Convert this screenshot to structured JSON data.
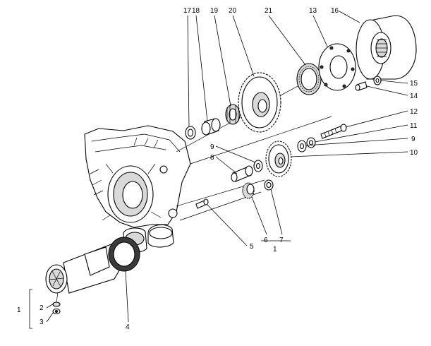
{
  "callouts": [
    {
      "id": "c17",
      "text": "17"
    },
    {
      "id": "c18",
      "text": "18"
    },
    {
      "id": "c19",
      "text": "19"
    },
    {
      "id": "c20",
      "text": "20"
    },
    {
      "id": "c21",
      "text": "21"
    },
    {
      "id": "c13",
      "text": "13"
    },
    {
      "id": "c16",
      "text": "16"
    },
    {
      "id": "c15",
      "text": "15"
    },
    {
      "id": "c14",
      "text": "14"
    },
    {
      "id": "c12",
      "text": "12"
    },
    {
      "id": "c11",
      "text": "11"
    },
    {
      "id": "c9a",
      "text": "9"
    },
    {
      "id": "c10",
      "text": "10"
    },
    {
      "id": "c9b",
      "text": "9"
    },
    {
      "id": "c8",
      "text": "8"
    },
    {
      "id": "c5",
      "text": "5"
    },
    {
      "id": "c6",
      "text": "6"
    },
    {
      "id": "c7",
      "text": "7"
    },
    {
      "id": "c1a",
      "text": "1"
    },
    {
      "id": "c1b",
      "text": "1"
    },
    {
      "id": "c2",
      "text": "2"
    },
    {
      "id": "c3",
      "text": "3"
    },
    {
      "id": "c4",
      "text": "4"
    }
  ]
}
